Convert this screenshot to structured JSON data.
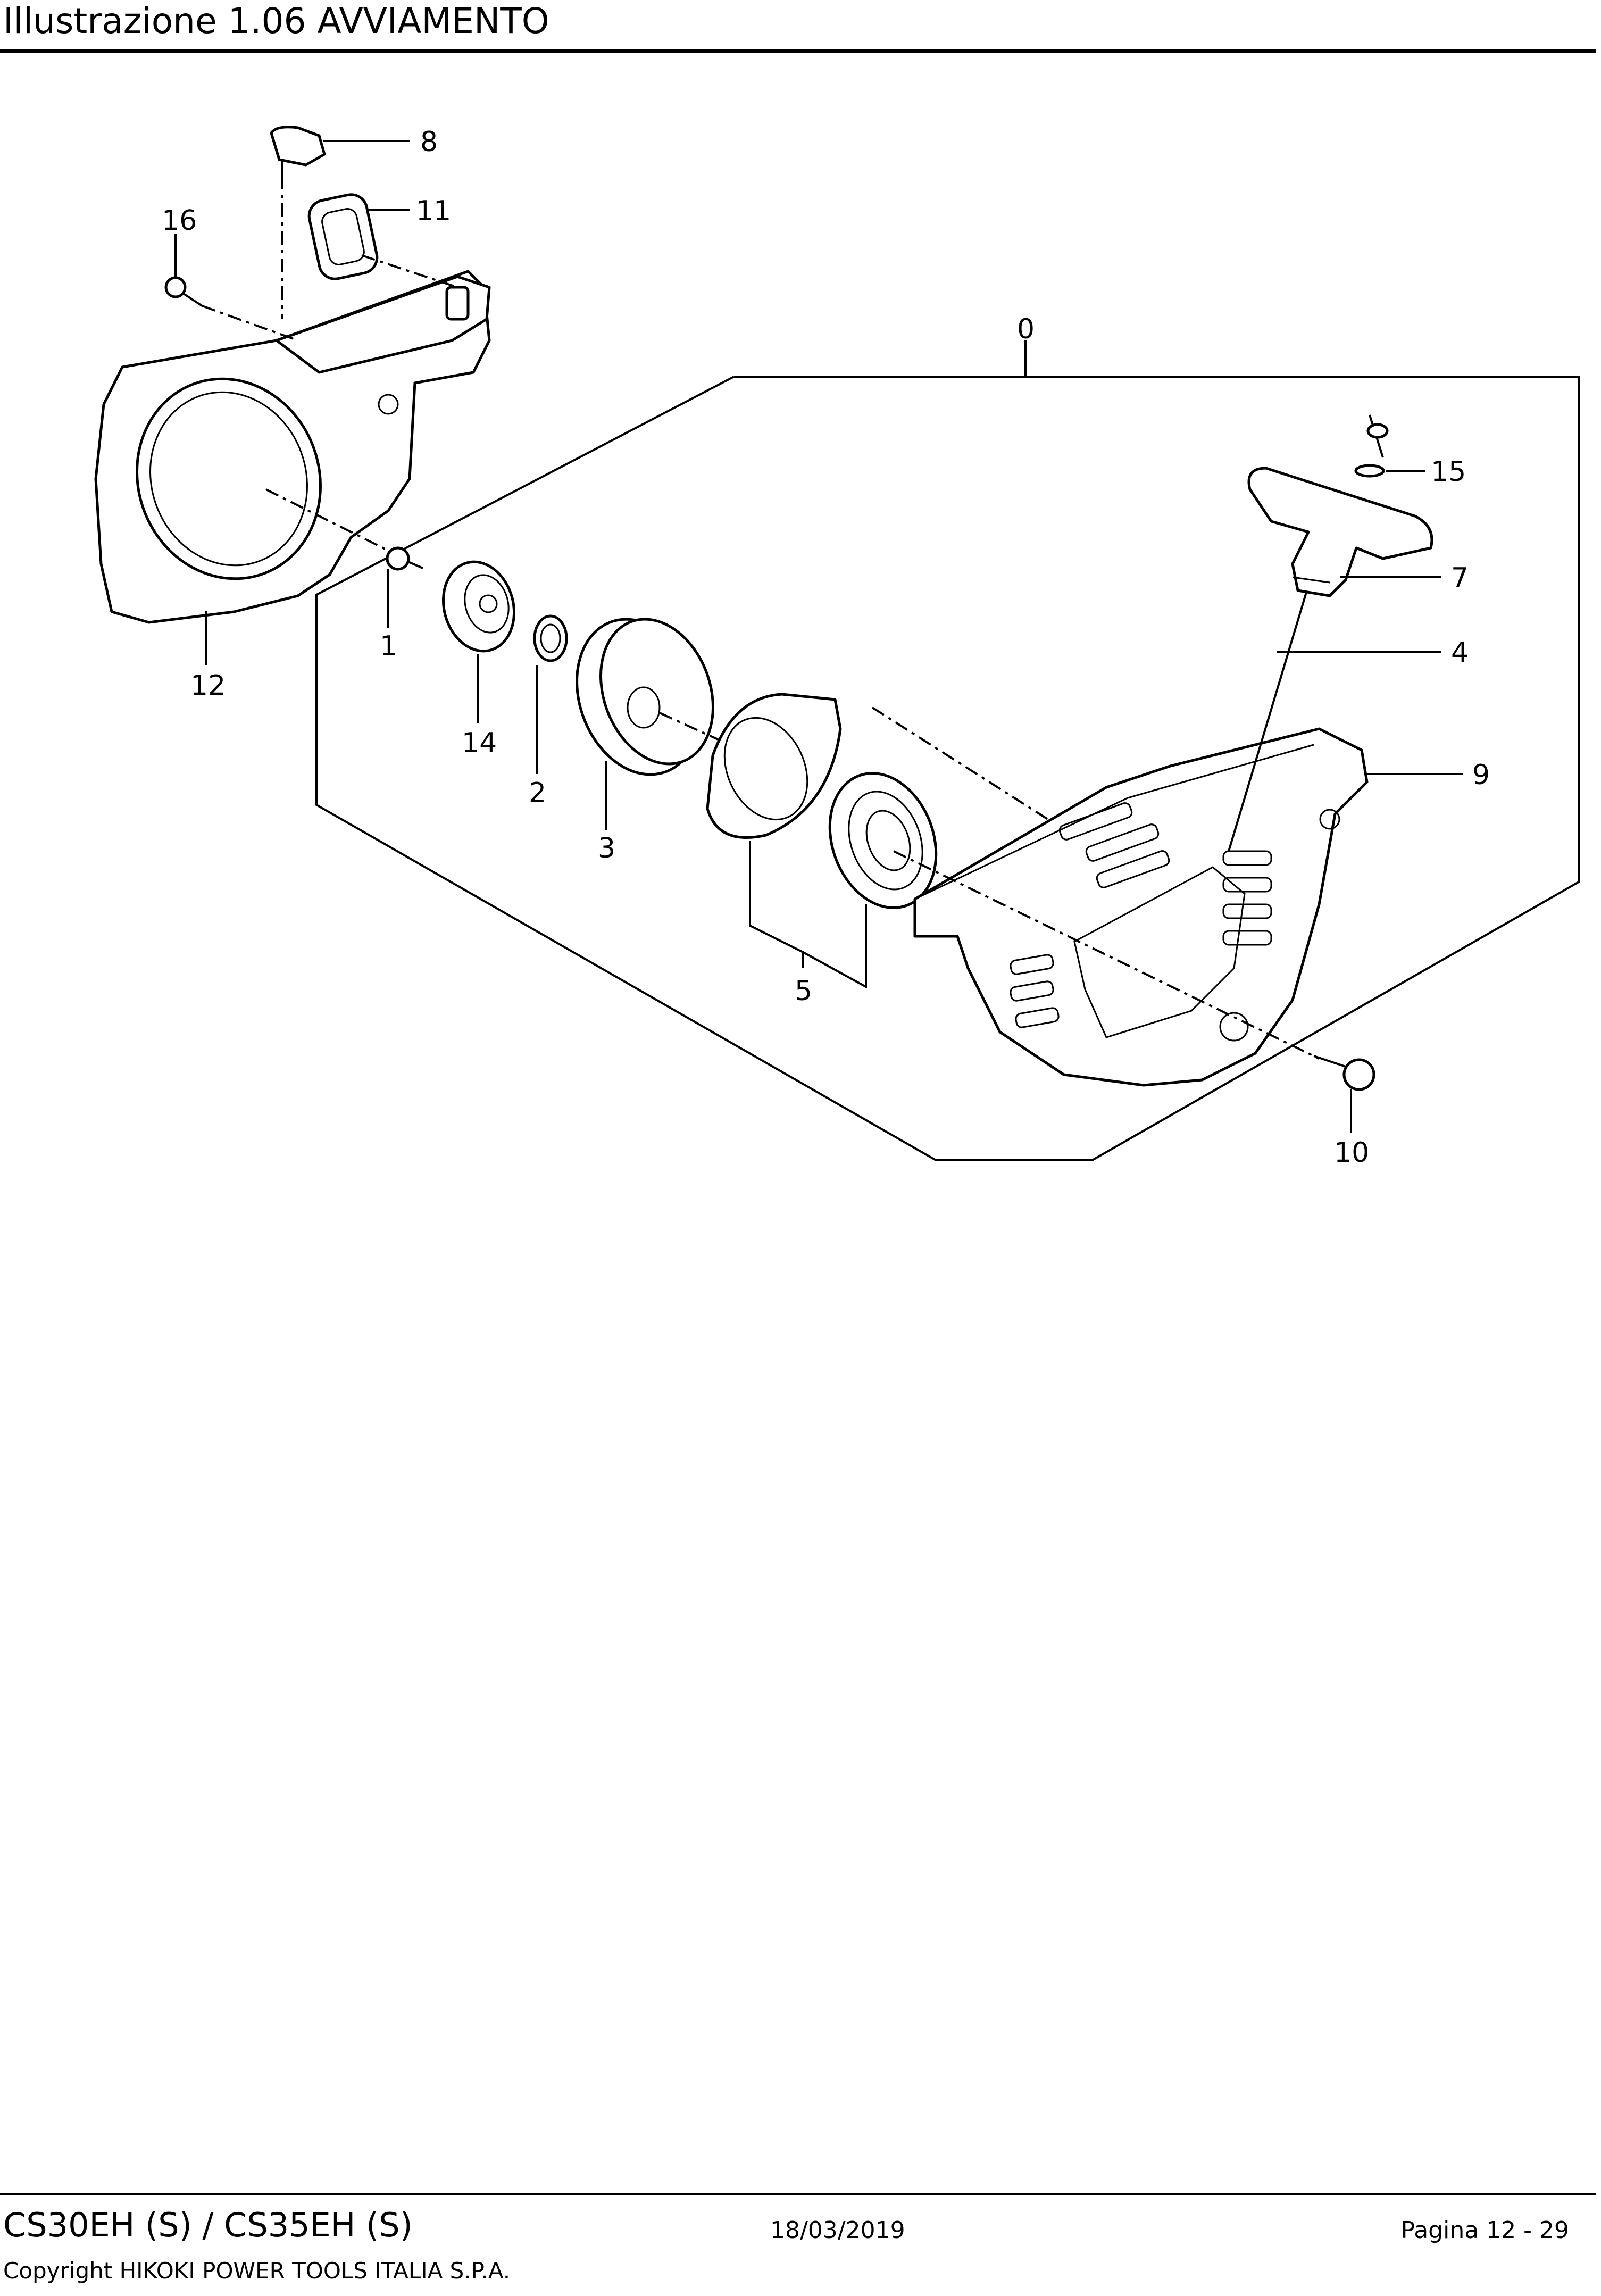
{
  "header": {
    "title": "Illustrazione  1.06 AVVIAMENTO"
  },
  "diagram": {
    "callouts": [
      {
        "id": "c8",
        "label": "8"
      },
      {
        "id": "c11",
        "label": "11"
      },
      {
        "id": "c16",
        "label": "16"
      },
      {
        "id": "c0",
        "label": "0"
      },
      {
        "id": "c15",
        "label": "15"
      },
      {
        "id": "c7",
        "label": "7"
      },
      {
        "id": "c4",
        "label": "4"
      },
      {
        "id": "c9",
        "label": "9"
      },
      {
        "id": "c1",
        "label": "1"
      },
      {
        "id": "c12",
        "label": "12"
      },
      {
        "id": "c14",
        "label": "14"
      },
      {
        "id": "c2",
        "label": "2"
      },
      {
        "id": "c3",
        "label": "3"
      },
      {
        "id": "c5",
        "label": "5"
      },
      {
        "id": "c10",
        "label": "10"
      }
    ]
  },
  "footer": {
    "model": "CS30EH (S) / CS35EH (S)",
    "date": "18/03/2019",
    "page": "Pagina 12 - 29",
    "copyright": "Copyright HIKOKI POWER TOOLS ITALIA S.P.A."
  }
}
